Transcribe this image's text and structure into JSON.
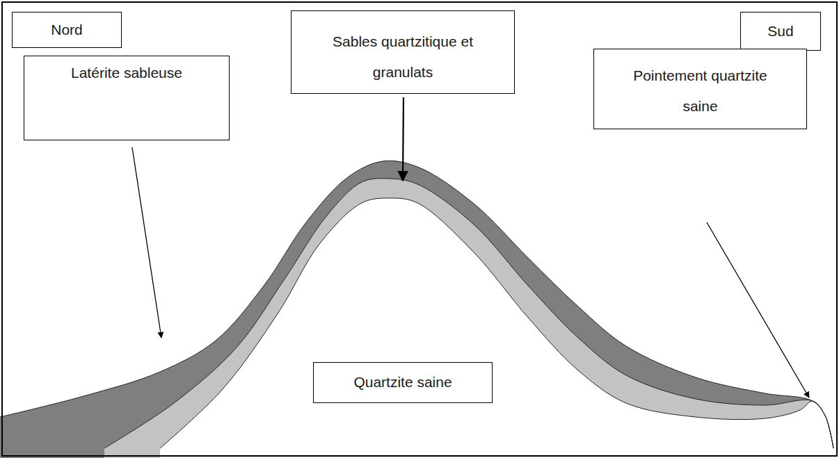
{
  "diagram": {
    "nodes": [
      {
        "text": [
          "Nord"
        ]
      },
      {
        "text": [
          "Sables quartzitique et granulats"
        ]
      },
      {
        "text": [
          "Sud"
        ]
      },
      {
        "text": [
          "Latérite sableuse"
        ]
      },
      {
        "text": [
          "Pointement quartzite saine"
        ]
      },
      {
        "text": [
          "Quartzite saine"
        ]
      }
    ]
  }
}
